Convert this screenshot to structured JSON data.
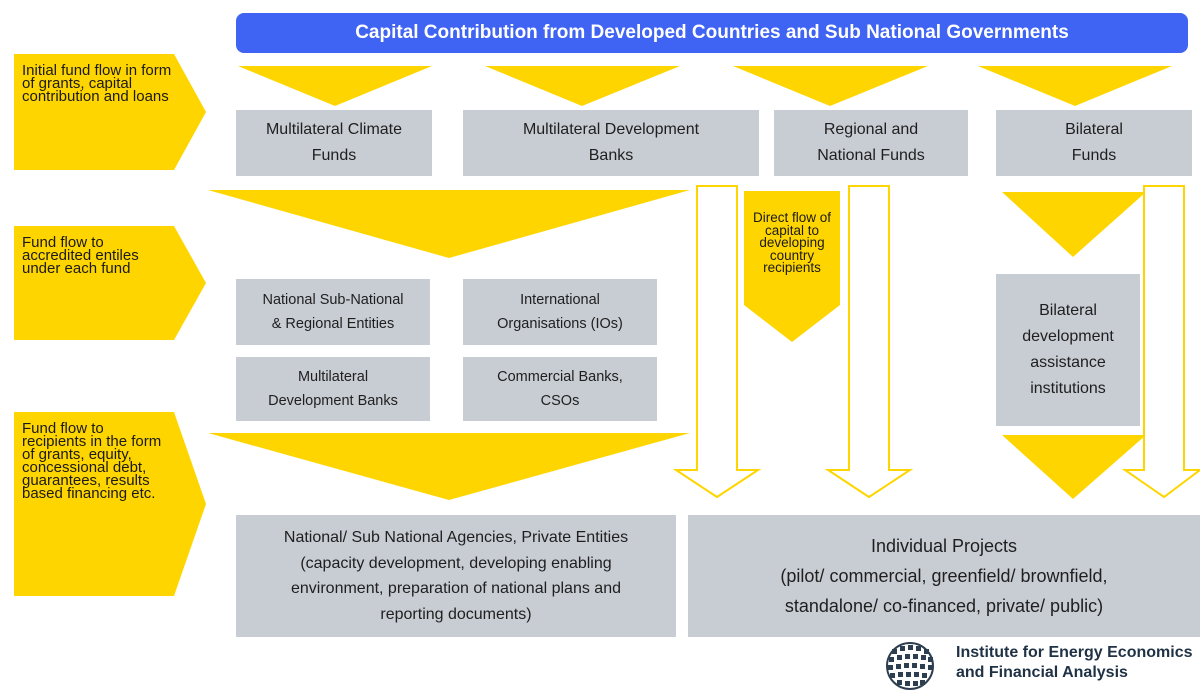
{
  "header": {
    "title": "Capital Contribution from Developed Countries and Sub National Governments"
  },
  "side_labels": [
    "Initial fund flow in form of grants, capital contribution and loans",
    "Fund flow to accredited entiles under each fund",
    "Fund flow to recipients in the form of grants, equity, concessional debt, guarantees, results based financing etc."
  ],
  "funds": [
    {
      "line1": "Multilateral Climate",
      "line2": "Funds"
    },
    {
      "line1": "Multilateral Development",
      "line2": "Banks"
    },
    {
      "line1": "Regional and",
      "line2": "National Funds"
    },
    {
      "line1": "Bilateral",
      "line2": "Funds"
    }
  ],
  "entities": [
    {
      "line1": "National Sub-National",
      "line2": "& Regional Entities"
    },
    {
      "line1": "International",
      "line2": "Organisations (IOs)"
    },
    {
      "line1": "Multilateral",
      "line2": "Development Banks"
    },
    {
      "line1": "Commercial Banks,",
      "line2": "CSOs"
    }
  ],
  "direct_flow": "Direct flow of capital to developing country recipients",
  "bilateral_institutions": {
    "line1": "Bilateral",
    "line2": "development",
    "line3": "assistance",
    "line4": "institutions"
  },
  "recipients": {
    "line1": "National/ Sub National Agencies, Private Entities",
    "line2": "(capacity development, developing enabling",
    "line3": "environment, preparation of national plans and",
    "line4": "reporting documents)"
  },
  "projects": {
    "line1": "Individual Projects",
    "line2": "(pilot/ commercial, greenfield/ brownfield,",
    "line3": "standalone/ co-financed, private/ public)"
  },
  "logo": {
    "line1": "Institute for Energy Economics",
    "line2": "and Financial Analysis"
  },
  "colors": {
    "yellow": "#ffd500",
    "header_blue": "#3f63f2",
    "box_gray": "#c8ccd3"
  }
}
